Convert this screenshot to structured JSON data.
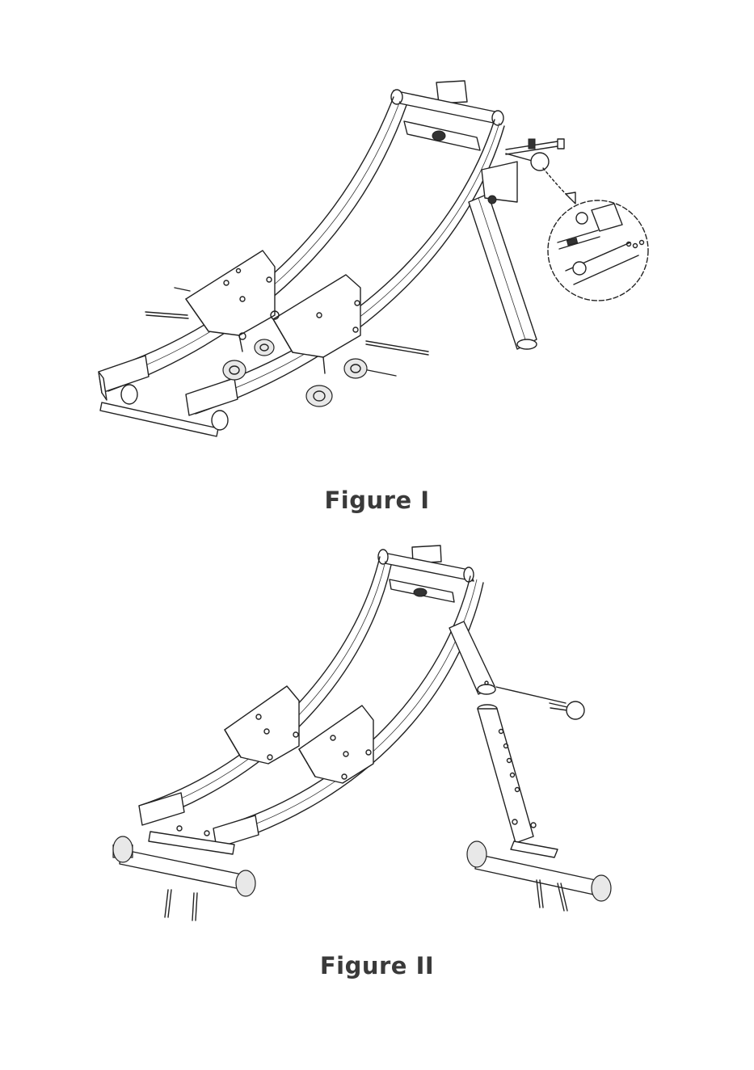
{
  "figures": [
    {
      "caption": "Figure I",
      "illustration": "frame-assembly-with-pedal-carriages-and-rear-support"
    },
    {
      "caption": "Figure II",
      "illustration": "frame-assembly-with-front-and-rear-base-feet"
    }
  ],
  "colors": {
    "caption_text": "#3a3a3a",
    "line": "#222222",
    "background": "#ffffff"
  }
}
